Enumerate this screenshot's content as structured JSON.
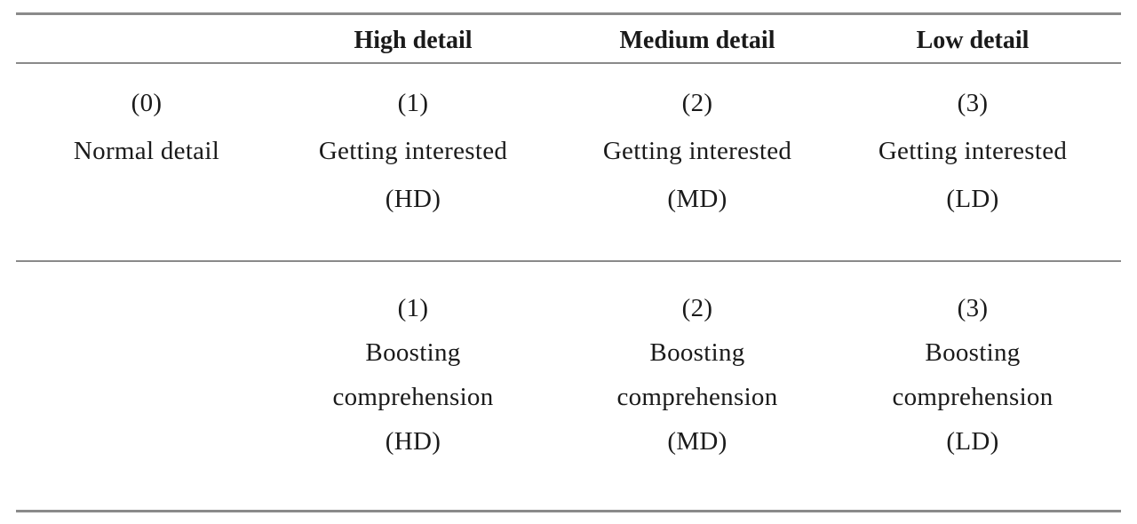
{
  "table": {
    "headers": [
      "",
      "High detail",
      "Medium detail",
      "Low detail"
    ],
    "rows": [
      {
        "cells": [
          {
            "number": "(0)",
            "text": [
              "Normal detail"
            ],
            "code": ""
          },
          {
            "number": "(1)",
            "text": [
              "Getting interested"
            ],
            "code": "(HD)"
          },
          {
            "number": "(2)",
            "text": [
              "Getting interested"
            ],
            "code": "(MD)"
          },
          {
            "number": "(3)",
            "text": [
              "Getting interested"
            ],
            "code": "(LD)"
          }
        ]
      },
      {
        "cells": [
          {
            "number": "",
            "text": [],
            "code": ""
          },
          {
            "number": "(1)",
            "text": [
              "Boosting",
              "comprehension"
            ],
            "code": "(HD)"
          },
          {
            "number": "(2)",
            "text": [
              "Boosting",
              "comprehension"
            ],
            "code": "(MD)"
          },
          {
            "number": "(3)",
            "text": [
              "Boosting",
              "comprehension"
            ],
            "code": "(LD)"
          }
        ]
      }
    ]
  }
}
